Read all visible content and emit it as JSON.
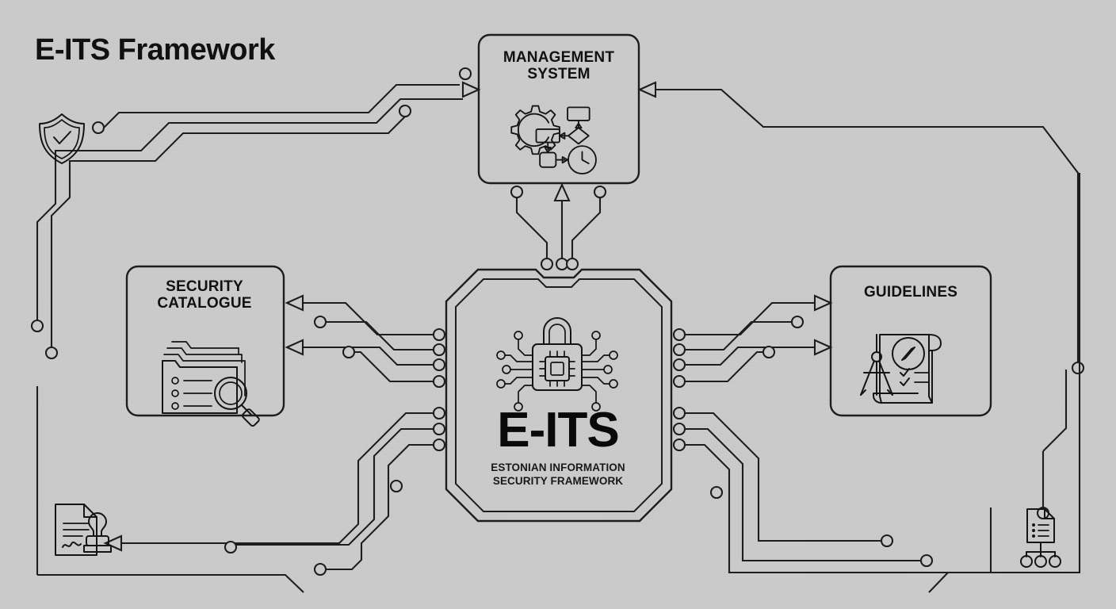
{
  "page": {
    "title": "E-ITS Framework",
    "background_color": "#cbcbcb",
    "line_color": "#1a1a1a",
    "style": "circuit-board line diagram"
  },
  "center_node": {
    "name": "E-ITS",
    "wordmark": "E-ITS",
    "subtitle": "ESTONIAN INFORMATION\nSECURITY FRAMEWORK",
    "icon": "padlock-chip-circuit-icon",
    "shape": "octagonal-double-outline"
  },
  "nodes": [
    {
      "id": "management-system",
      "label": "MANAGEMENT\nSYSTEM",
      "icon": "gear-workflow-clock-icon",
      "position": "top"
    },
    {
      "id": "security-catalogue",
      "label": "SECURITY\nCATALOGUE",
      "icon": "folder-stack-magnifier-icon",
      "position": "left"
    },
    {
      "id": "guidelines",
      "label": "GUIDELINES",
      "icon": "scroll-compass-checklist-icon",
      "position": "right"
    }
  ],
  "corner_icons": [
    {
      "id": "shield-check",
      "icon": "shield-check-icon",
      "position": "top-left"
    },
    {
      "id": "signed-stamped-document",
      "icon": "document-stamp-signature-icon",
      "position": "bottom-left"
    },
    {
      "id": "document-hierarchy",
      "icon": "document-org-chart-icon",
      "position": "bottom-right"
    }
  ],
  "connections": [
    {
      "from": "center",
      "to": "management-system",
      "kind": "arrow-up",
      "traces": 3
    },
    {
      "from": "center",
      "to": "security-catalogue",
      "kind": "arrow-left",
      "traces": 4
    },
    {
      "from": "center",
      "to": "guidelines",
      "kind": "arrow-right",
      "traces": 4
    },
    {
      "from": "center",
      "to": "signed-stamped-document",
      "kind": "arrow-left",
      "traces": 3
    },
    {
      "from": "center",
      "to": "document-hierarchy",
      "kind": "trace",
      "traces": 3
    },
    {
      "from": "shield-check",
      "to": "management-system",
      "kind": "arrow-right",
      "traces": 3
    },
    {
      "from": "document-hierarchy",
      "to": "management-system",
      "kind": "arrow-left",
      "traces": 1
    }
  ]
}
